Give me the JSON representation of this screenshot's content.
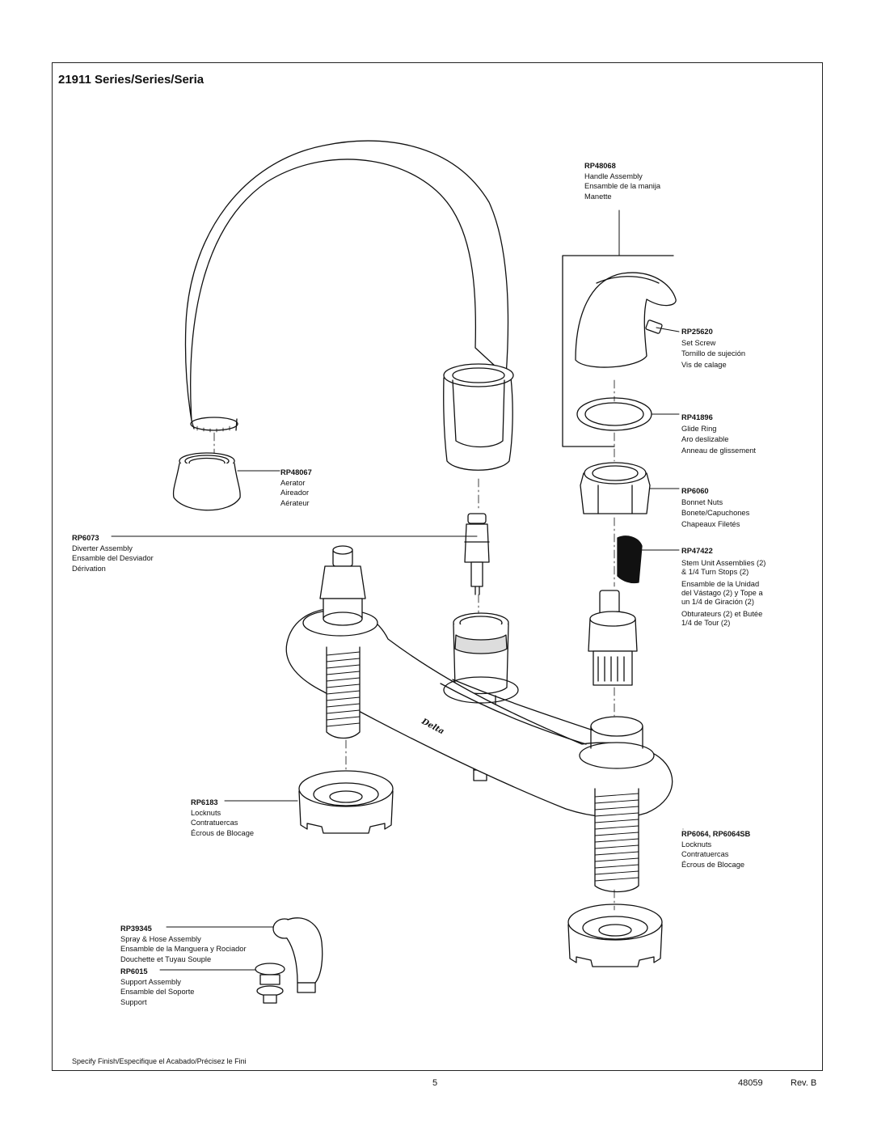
{
  "title": "21911 Series/Series/Seria",
  "parts": [
    {
      "code": "RP48068",
      "lines": [
        "Handle Assembly",
        "Ensamble de la manija",
        "Manette"
      ]
    },
    {
      "code": "RP25620",
      "lines": [
        "Set Screw",
        "Tornillo de sujeción",
        "Vis de calage"
      ]
    },
    {
      "code": "RP41896",
      "lines": [
        "Glide Ring",
        "Aro deslizable",
        "Anneau de glissement"
      ]
    },
    {
      "code": "RP6060",
      "lines": [
        "Bonnet Nuts",
        "Bonete/Capuchones",
        "Chapeaux Filetés"
      ]
    },
    {
      "code": "RP47422",
      "lines": [
        "Stem Unit Assemblies (2)",
        "& 1/4 Turn Stops (2)",
        "Ensamble de la Unidad",
        "del Vástago (2) y Tope a",
        "un 1/4 de Giración (2)",
        "Obturateurs (2) et Butée",
        "1/4 de Tour (2)"
      ]
    },
    {
      "code": "RP48067",
      "lines": [
        "Aerator",
        "Aireador",
        "Aérateur"
      ]
    },
    {
      "code": "RP6073",
      "lines": [
        "Diverter Assembly",
        "Ensamble del Desviador",
        "Dérivation"
      ]
    },
    {
      "code": "RP6183",
      "lines": [
        "Locknuts",
        "Contratuercas",
        "Écrous de Blocage"
      ]
    },
    {
      "code": "RP6064, RP6064SB",
      "lines": [
        "Locknuts",
        "Contratuercas",
        "Écrous de Blocage"
      ]
    },
    {
      "code": "RP39345",
      "lines": [
        "Spray & Hose Assembly",
        "Ensamble de la Manguera y Rociador",
        "Douchette et Tuyau Souple"
      ]
    },
    {
      "code": "RP6015",
      "lines": [
        "Support Assembly",
        "Ensamble del Soporte",
        "Support"
      ]
    }
  ],
  "brand_mark": "Delta",
  "footer": {
    "specify": "Specify Finish/Especifique el Acabado/Précisez le Fini",
    "page_number": "5",
    "doc_number": "48059",
    "revision": "Rev. B"
  }
}
